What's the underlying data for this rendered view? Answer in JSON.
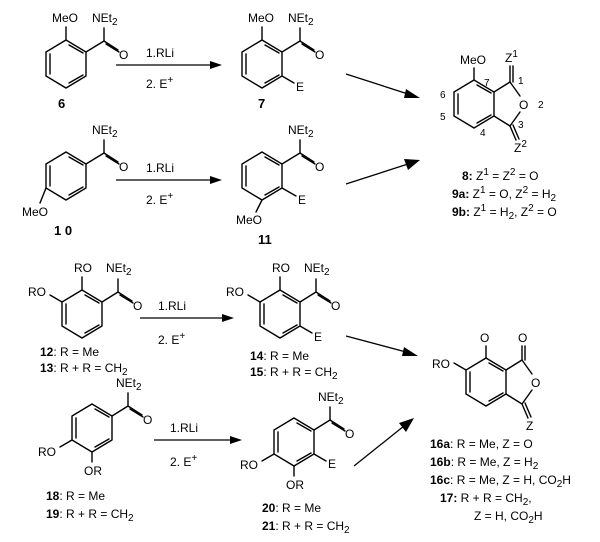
{
  "compounds": {
    "c6": {
      "number": "6",
      "methoxy": "MeO",
      "amide": "NEt2"
    },
    "c7": {
      "number": "7",
      "methoxy": "MeO",
      "amide": "NEt2",
      "substituent": "E"
    },
    "c10": {
      "number": "1 0",
      "methoxy": "MeO",
      "amide": "NEt2"
    },
    "c11": {
      "number": "11",
      "methoxy": "MeO",
      "amide": "NEt2",
      "substituent": "E"
    },
    "c8": {
      "methoxy": "MeO",
      "ring_o": "O",
      "z1": "Z1",
      "z2": "Z2",
      "atoms": {
        "a7": "7",
        "a1": "1",
        "a2": "2",
        "a3": "3",
        "a4": "4",
        "a5": "5",
        "a6": "6"
      }
    },
    "c12": {
      "ro1": "RO",
      "ro2": "RO",
      "amide": "NEt2"
    },
    "c14": {
      "ro1": "RO",
      "ro2": "RO",
      "amide": "NEt2",
      "substituent": "E"
    },
    "c18": {
      "ro1": "RO",
      "ro2": "OR",
      "amide": "NEt2"
    },
    "c20": {
      "ro1": "RO",
      "ro2": "OR",
      "amide": "NEt2",
      "substituent": "E"
    },
    "c16": {
      "ro1": "O",
      "ro2": "RO",
      "ring_o": "O",
      "carbonyl_o": "O",
      "z": "Z"
    }
  },
  "reagents": {
    "step1": "1.RLi",
    "step2": "2. E+"
  },
  "captions": {
    "c8": {
      "num": "8:",
      "text": "Z1 = Z2 = O"
    },
    "c9a": {
      "num": "9a:",
      "text": "Z1 = O,  Z2 = H2"
    },
    "c9b": {
      "num": "9b:",
      "text": "Z1 = H2, Z2 = O"
    },
    "c12": {
      "num": "12",
      "text": ": R = Me"
    },
    "c13": {
      "num": "13",
      "text": ": R + R = CH2"
    },
    "c14": {
      "num": "14",
      "text": ": R = Me"
    },
    "c15": {
      "num": "15",
      "text": ": R + R = CH2"
    },
    "c18": {
      "num": "18",
      "text": ": R = Me"
    },
    "c19": {
      "num": "19",
      "text": ": R + R = CH2"
    },
    "c20": {
      "num": "20",
      "text": ": R = Me"
    },
    "c21": {
      "num": "21",
      "text": ": R + R = CH2"
    },
    "c16a": {
      "num": "16a",
      "text": ": R = Me, Z = O"
    },
    "c16b": {
      "num": "16b",
      "text": ": R = Me, Z = H2"
    },
    "c16c": {
      "num": "16c",
      "text": ": R = Me, Z = H, CO2H"
    },
    "c17": {
      "num": "17:",
      "text": "R + R = CH2,"
    },
    "c17b": {
      "text": "Z = H, CO2H"
    }
  }
}
